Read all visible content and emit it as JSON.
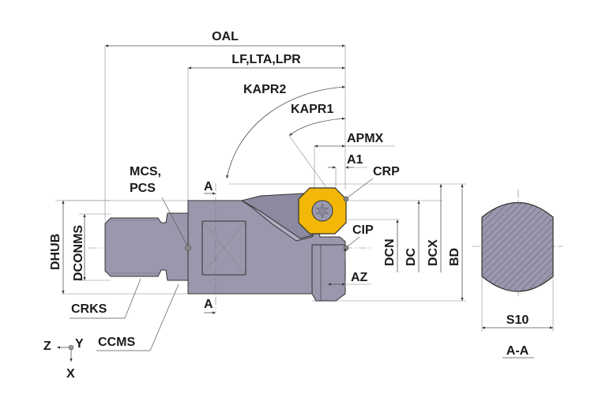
{
  "labels": {
    "oal": "OAL",
    "lf": "LF,LTA,LPR",
    "kapr2": "KAPR2",
    "kapr1": "KAPR1",
    "apmx": "APMX",
    "a1": "A1",
    "crp": "CRP",
    "mcs": "MCS,",
    "pcs": "PCS",
    "section_top": "A",
    "section_bottom": "A",
    "cip": "CIP",
    "dhub": "DHUB",
    "dconms": "DCONMS",
    "dcn": "DCN",
    "dc": "DC",
    "dcx": "DCX",
    "bd": "BD",
    "az": "AZ",
    "crks": "CRKS",
    "ccms": "CCMS",
    "s10": "S10",
    "section_view": "A-A",
    "axis_z": "Z",
    "axis_y": "Y",
    "axis_x": "X"
  },
  "colors": {
    "body": "#9a98ad",
    "insert": "#f2b707",
    "line": "#555555"
  }
}
